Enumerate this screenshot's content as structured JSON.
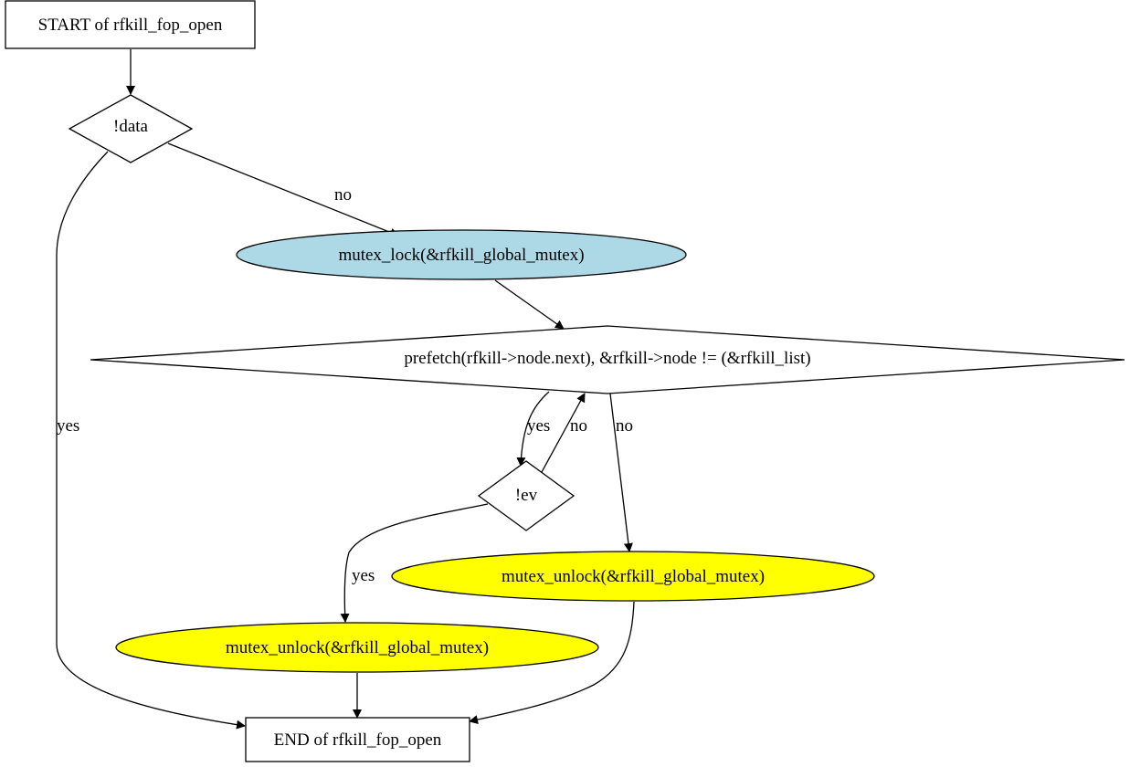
{
  "colors": {
    "default_fill": "#ffffff",
    "lock_fill": "#add8e6",
    "unlock_fill": "#ffff00",
    "stroke": "#000000"
  },
  "nodes": {
    "start": {
      "label": "START of rfkill_fop_open",
      "shape": "box"
    },
    "cond_data": {
      "label": "!data",
      "shape": "diamond"
    },
    "mutex_lock": {
      "label": "mutex_lock(&rfkill_global_mutex)",
      "shape": "ellipse"
    },
    "cond_loop": {
      "label": "prefetch(rfkill->node.next), &rfkill->node != (&rfkill_list)",
      "shape": "diamond"
    },
    "cond_ev": {
      "label": "!ev",
      "shape": "diamond"
    },
    "mutex_unlock_loopend": {
      "label": "mutex_unlock(&rfkill_global_mutex)",
      "shape": "ellipse"
    },
    "mutex_unlock_ev": {
      "label": "mutex_unlock(&rfkill_global_mutex)",
      "shape": "ellipse"
    },
    "end": {
      "label": "END of rfkill_fop_open",
      "shape": "box"
    }
  },
  "edges": {
    "data_no": {
      "from": "cond_data",
      "to": "mutex_lock",
      "label": "no"
    },
    "data_yes": {
      "from": "cond_data",
      "to": "end",
      "label": "yes"
    },
    "loop_yes": {
      "from": "cond_loop",
      "to": "cond_ev",
      "label": "yes"
    },
    "ev_no": {
      "from": "cond_ev",
      "to": "cond_loop",
      "label": "no"
    },
    "loop_no": {
      "from": "cond_loop",
      "to": "mutex_unlock_loopend",
      "label": "no"
    },
    "ev_yes": {
      "from": "cond_ev",
      "to": "mutex_unlock_ev",
      "label": "yes"
    }
  }
}
